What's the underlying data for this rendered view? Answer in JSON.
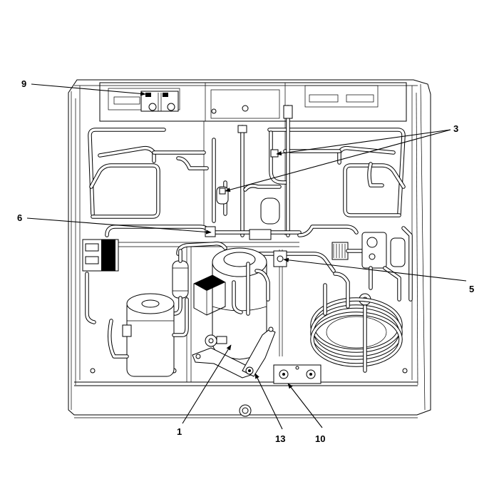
{
  "callouts": [
    {
      "id": "1",
      "label": "1"
    },
    {
      "id": "3",
      "label": "3"
    },
    {
      "id": "5",
      "label": "5"
    },
    {
      "id": "6",
      "label": "6"
    },
    {
      "id": "9",
      "label": "9"
    },
    {
      "id": "10",
      "label": "10"
    },
    {
      "id": "13",
      "label": "13"
    }
  ]
}
